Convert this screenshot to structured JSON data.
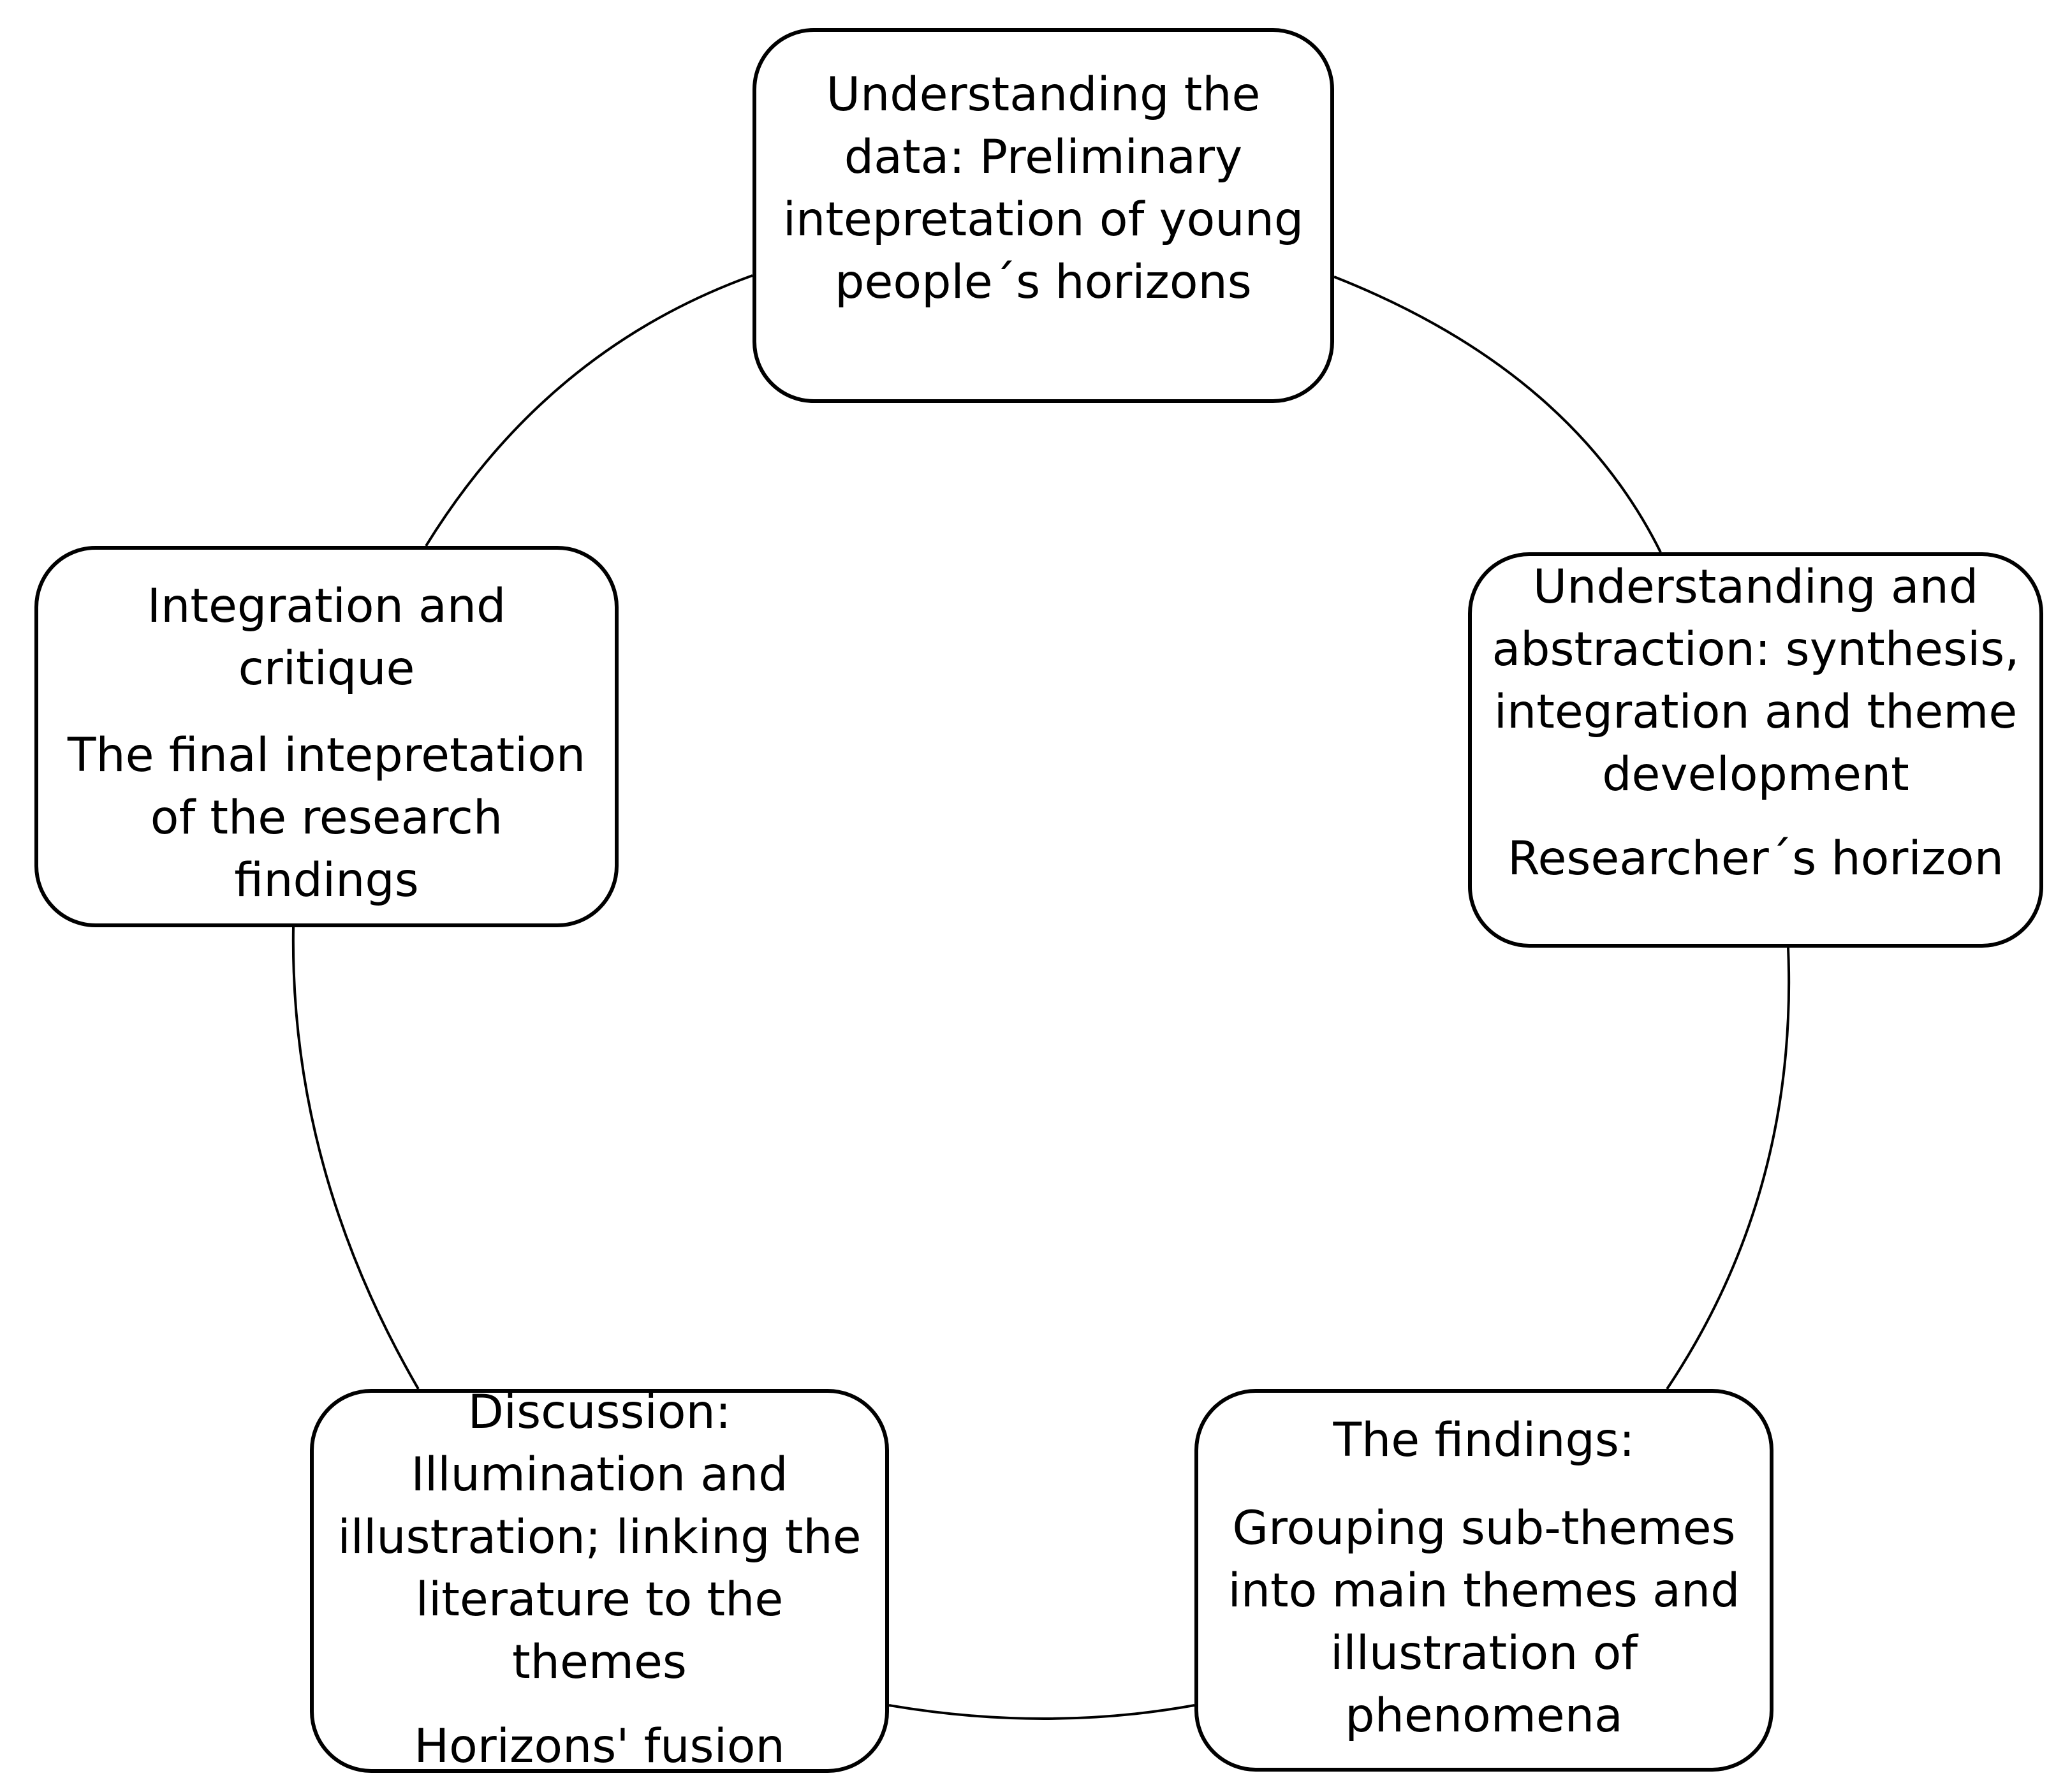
{
  "nodes": [
    {
      "lines": [
        "Understanding the data: Preliminary intepretation of young people´s horizons"
      ]
    },
    {
      "lines": [
        "Understanding and abstraction: synthesis, integration and theme development",
        "Researcher´s horizon"
      ]
    },
    {
      "lines": [
        "The findings:",
        "Grouping sub-themes into main themes and illustration of phenomena"
      ]
    },
    {
      "lines": [
        "Discussion: Illumination and illustration; linking the literature to the themes",
        "Horizons' fusion"
      ]
    },
    {
      "lines": [
        "Integration and critique",
        "The final intepretation of the research findings"
      ]
    }
  ],
  "colors": {
    "stroke": "#000000",
    "background": "#ffffff"
  }
}
